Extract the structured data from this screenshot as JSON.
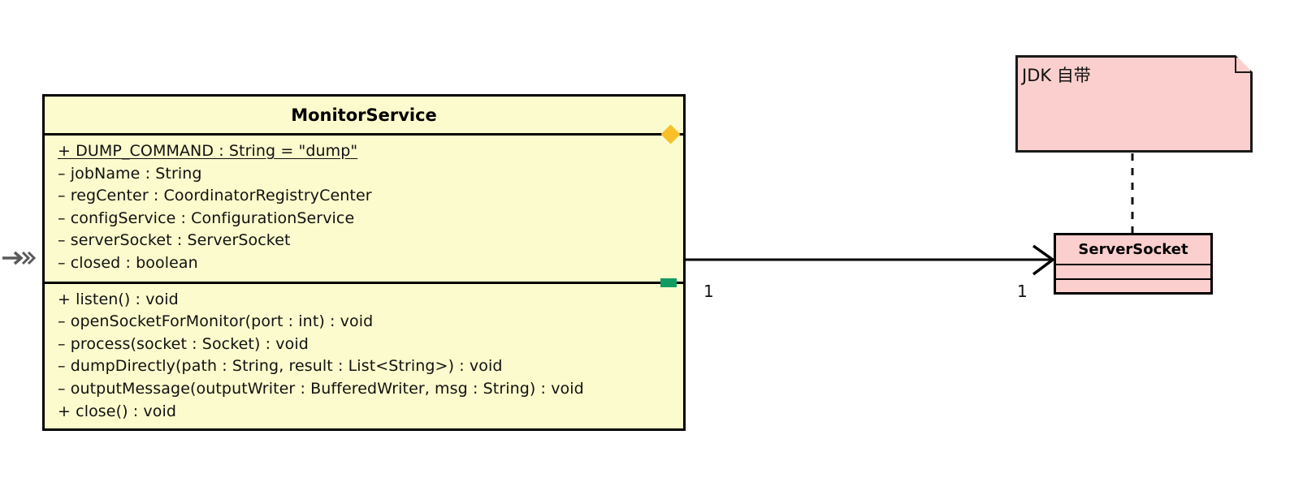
{
  "diagram": {
    "type": "uml-class-diagram",
    "background": "#ffffff",
    "colors": {
      "class_fill": "#fbfbcd",
      "note_fill": "#fbcfcd",
      "border": "#000000",
      "diamond_marker": "#f7c028",
      "green_marker": "#129c62",
      "incoming_arrow": "#5a5a5a"
    }
  },
  "incoming_arrow": {
    "glyph": "→»"
  },
  "monitor_service": {
    "name": "MonitorService",
    "attributes": [
      {
        "text": "+ DUMP_COMMAND : String = \"dump\"",
        "static": true
      },
      {
        "text": "– jobName : String",
        "static": false
      },
      {
        "text": "– regCenter : CoordinatorRegistryCenter",
        "static": false
      },
      {
        "text": "– configService : ConfigurationService",
        "static": false
      },
      {
        "text": "– serverSocket : ServerSocket",
        "static": false
      },
      {
        "text": "– closed : boolean",
        "static": false
      }
    ],
    "operations": [
      {
        "text": "+ listen() : void"
      },
      {
        "text": "– openSocketForMonitor(port : int) : void"
      },
      {
        "text": "– process(socket : Socket) : void"
      },
      {
        "text": "– dumpDirectly(path : String, result : List<String>) : void"
      },
      {
        "text": "– outputMessage(outputWriter : BufferedWriter, msg : String) : void"
      },
      {
        "text": "+ close() : void"
      }
    ]
  },
  "server_socket": {
    "name": "ServerSocket",
    "attributes": [],
    "operations": []
  },
  "note": {
    "text": "JDK 自带",
    "attached_to": "ServerSocket",
    "connector": "dashed"
  },
  "association": {
    "from": "MonitorService",
    "to": "ServerSocket",
    "source_multiplicity": "1",
    "target_multiplicity": "1",
    "arrow": "open-navigable"
  }
}
